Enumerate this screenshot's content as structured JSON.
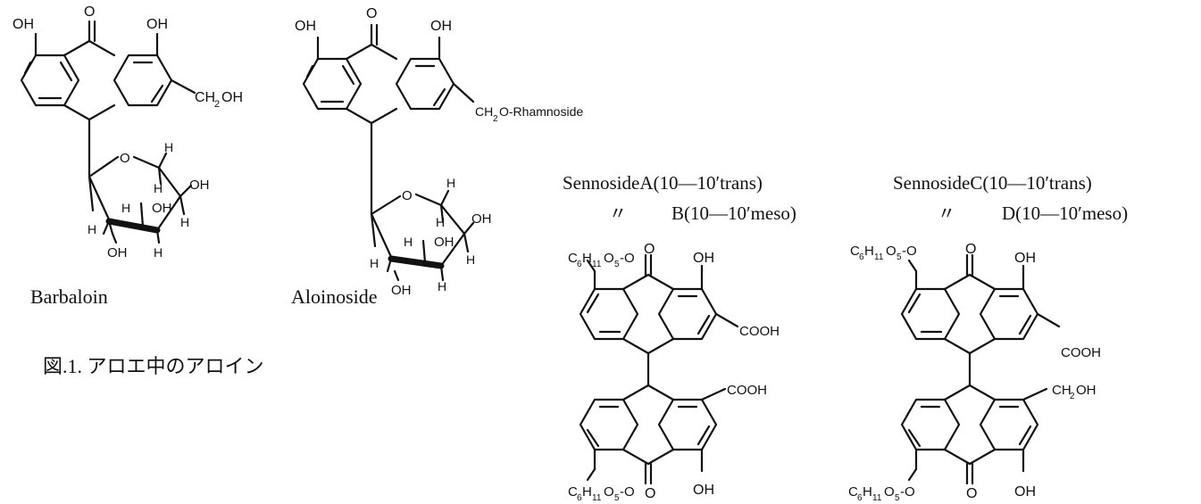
{
  "atoms": {
    "oh": "OH",
    "o": "O",
    "h": "H",
    "ch2oh_sub": "CH",
    "ch2oh_2": "2",
    "ch2oh_oh": "OH",
    "ch2o_rham_pre": "CH",
    "ch2o_rham_2": "2",
    "ch2o_rham_post": "O-Rhamnoside",
    "cooh": "COOH",
    "sugar_c": "C",
    "sugar_6": "6",
    "sugar_h": "H",
    "sugar_11": "11",
    "sugar_o": "O",
    "sugar_5": "5",
    "sugar_link": "-O",
    "ch2oh_c": "CH",
    "ch2oh_c2": "2",
    "ch2oh_c_oh": "OH"
  },
  "compounds": {
    "barbaloin": "Barbaloin",
    "aloinoside": "Aloinoside",
    "sennoside_a": "SennosideA(10—10′trans)",
    "sennoside_b_ditto": "〃",
    "sennoside_b": "B(10—10′meso)",
    "sennoside_c": "SennosideC(10—10′trans)",
    "sennoside_d_ditto": "〃",
    "sennoside_d": "D(10—10′meso)"
  },
  "caption": "図.1. アロエ中のアロイン"
}
